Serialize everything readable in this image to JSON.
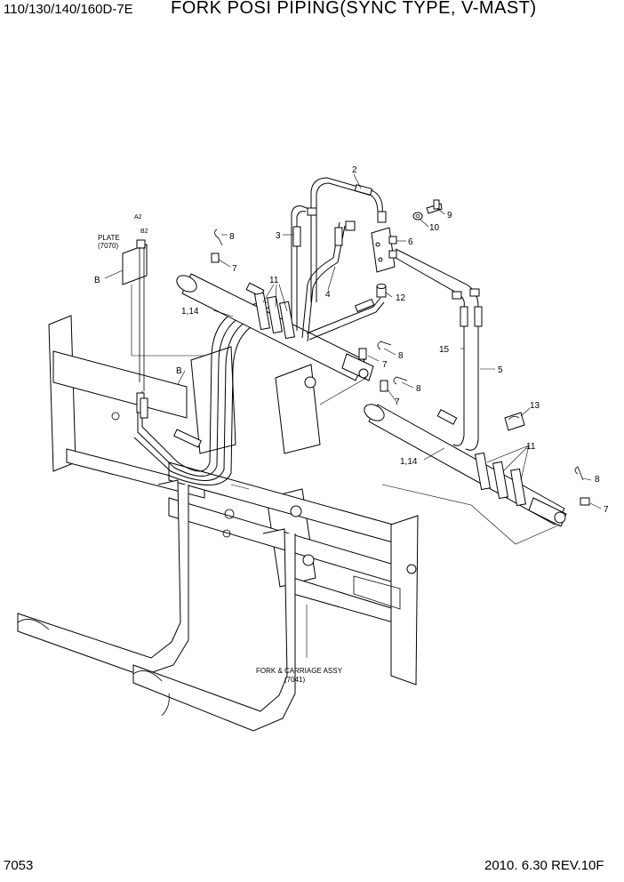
{
  "header": {
    "model": "110/130/140/160D-7E",
    "title": "FORK POSI PIPING(SYNC TYPE, V-MAST)"
  },
  "footer": {
    "page_number": "7053",
    "revision": "2010. 6.30  REV.10F"
  },
  "callouts": {
    "c2": "2",
    "c3": "3",
    "c4": "4",
    "c5": "5",
    "c6": "6",
    "c7a": "7",
    "c7b": "7",
    "c7c": "7",
    "c7d": "7",
    "c8a": "8",
    "c8b": "8",
    "c8c": "8",
    "c8d": "8",
    "c9": "9",
    "c10": "10",
    "c11a": "11",
    "c11b": "11",
    "c12": "12",
    "c13": "13",
    "c114a": "1,14",
    "c114b": "1,14",
    "c15": "15",
    "ba": "B",
    "bb": "B"
  },
  "references": {
    "plate_name": "PLATE",
    "plate_code": "(7070)",
    "port_a2": "A2",
    "port_b2": "B2",
    "fork_name": "FORK & CARRIAGE ASSY",
    "fork_code": "(7041)"
  }
}
